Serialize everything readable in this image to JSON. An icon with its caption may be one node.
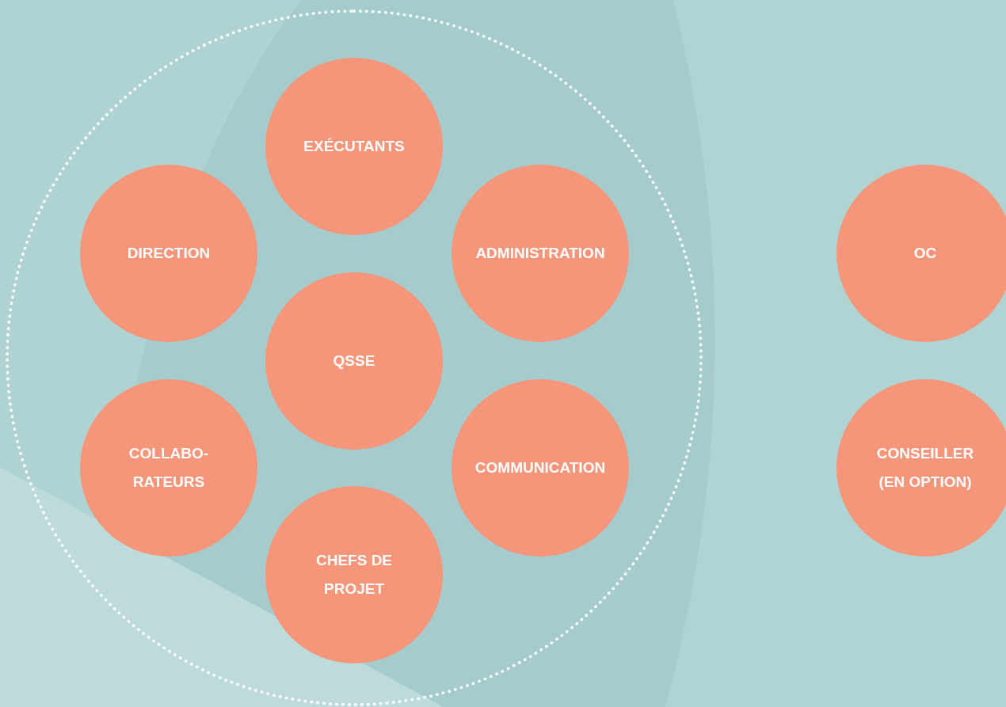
{
  "diagram": {
    "nodes": [
      {
        "text": [],
        "shape": "circle"
      },
      {
        "text": [
          "EXÉCUTANTS"
        ],
        "in": 0
      },
      {
        "text": [
          "DIRECTION"
        ],
        "in": 0
      },
      {
        "text": [
          "ADMINISTRATION"
        ],
        "in": 0
      },
      {
        "text": [
          "OC"
        ]
      },
      {
        "text": [
          "QSSE"
        ],
        "in": 0
      },
      {
        "text": [
          "COLLABO- RATEURS"
        ],
        "in": 0
      },
      {
        "text": [
          "COMMUNICATION"
        ],
        "in": 0
      },
      {
        "text": [
          "CONSEILLER (EN OPTION)"
        ]
      },
      {
        "text": [
          "CHEFS DE PROJET"
        ],
        "in": 0
      }
    ],
    "edges": []
  }
}
